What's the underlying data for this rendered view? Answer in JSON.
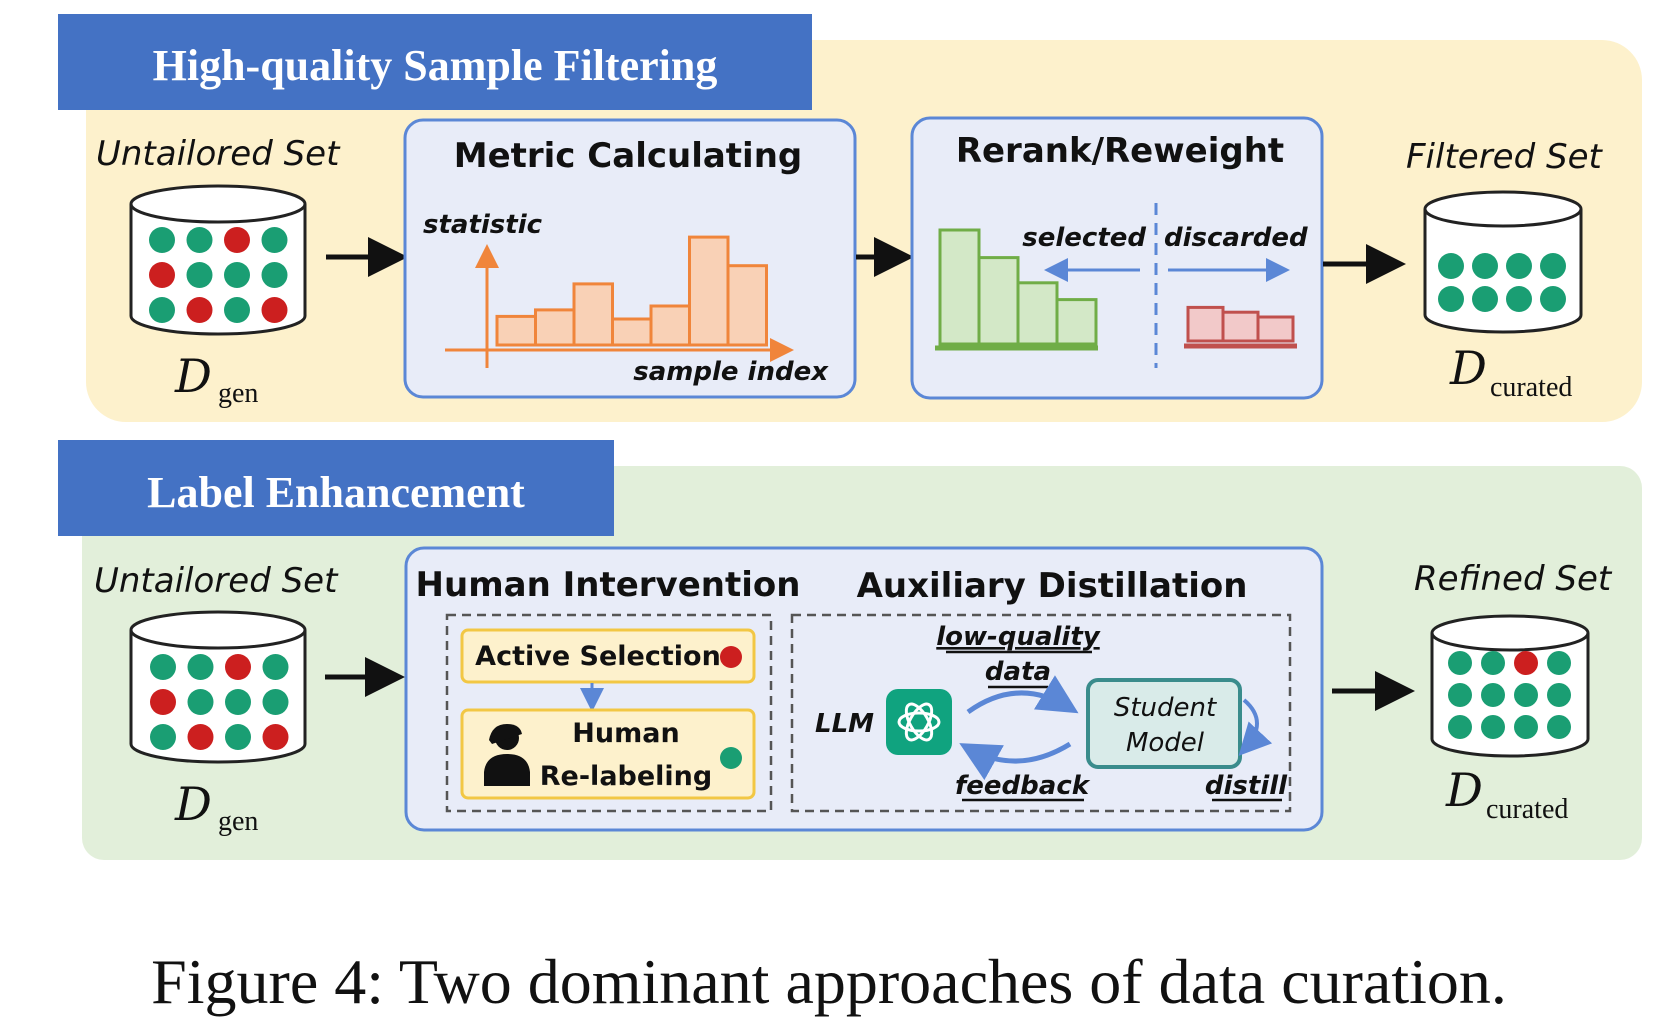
{
  "colors": {
    "banner_blue": "#4472c4",
    "panel_yellow": "#fdf1cc",
    "panel_green": "#e2efda",
    "box_fill": "#e8ecf8",
    "box_stroke": "#5b87d6",
    "dot_green": "#1a9e73",
    "dot_red": "#cc1f1f",
    "bar_orange": "#f0853b",
    "bar_orange_fill": "#f9d1b6",
    "bar_green": "#70ad47",
    "bar_green_fill": "#d3e8c7",
    "bar_red": "#c0504d",
    "bar_red_fill": "#f2c9c9",
    "inner_yellow": "#fdf1cc",
    "inner_yellow_stroke": "#f2c744",
    "student_fill": "#d9ebe9",
    "student_stroke": "#3a8c8c",
    "llm_green": "#10a37f"
  },
  "top": {
    "banner": "High-quality Sample Filtering",
    "untailored_label": "Untailored Set",
    "untailored_dots": [
      "g",
      "g",
      "r",
      "g",
      "r",
      "g",
      "g",
      "g",
      "g",
      "r",
      "g",
      "r"
    ],
    "dgen_main": "D",
    "dgen_sub": "gen",
    "metric_title": "Metric Calculating",
    "y_axis_label": "statistic",
    "x_axis_label": "sample index",
    "metric_bars": [
      0.22,
      0.27,
      0.47,
      0.2,
      0.3,
      0.83,
      0.61
    ],
    "rerank_title": "Rerank/Reweight",
    "selected_label": "selected",
    "discarded_label": "discarded",
    "selected_bars": [
      0.95,
      0.72,
      0.51,
      0.37
    ],
    "discarded_bars": [
      0.28,
      0.24,
      0.2
    ],
    "filtered_label": "Filtered Set",
    "filtered_dots": [
      "g",
      "g",
      "g",
      "g",
      "g",
      "g",
      "g",
      "g"
    ],
    "dcur_main": "D",
    "dcur_sub": "curated"
  },
  "bottom": {
    "banner": "Label Enhancement",
    "untailored_label": "Untailored Set",
    "untailored_dots": [
      "g",
      "g",
      "r",
      "g",
      "r",
      "g",
      "g",
      "g",
      "g",
      "r",
      "g",
      "r"
    ],
    "dgen_main": "D",
    "dgen_sub": "gen",
    "human_title": "Human Intervention",
    "active_selection": "Active Selection",
    "human_line1": "Human",
    "human_line2": "Re-labeling",
    "aux_title": "Auxiliary Distillation",
    "llm_label": "LLM",
    "lq_line1": "low-quality",
    "lq_line2": "data",
    "feedback_label": "feedback",
    "distill_label": "distill",
    "student_line1": "Student",
    "student_line2": "Model",
    "refined_label": "Refined Set",
    "refined_dots": [
      "g",
      "g",
      "r",
      "g",
      "g",
      "g",
      "g",
      "g",
      "g",
      "g",
      "g",
      "g"
    ],
    "dcur_main": "D",
    "dcur_sub": "curated"
  },
  "caption": "Figure 4: Two dominant approaches of data curation."
}
